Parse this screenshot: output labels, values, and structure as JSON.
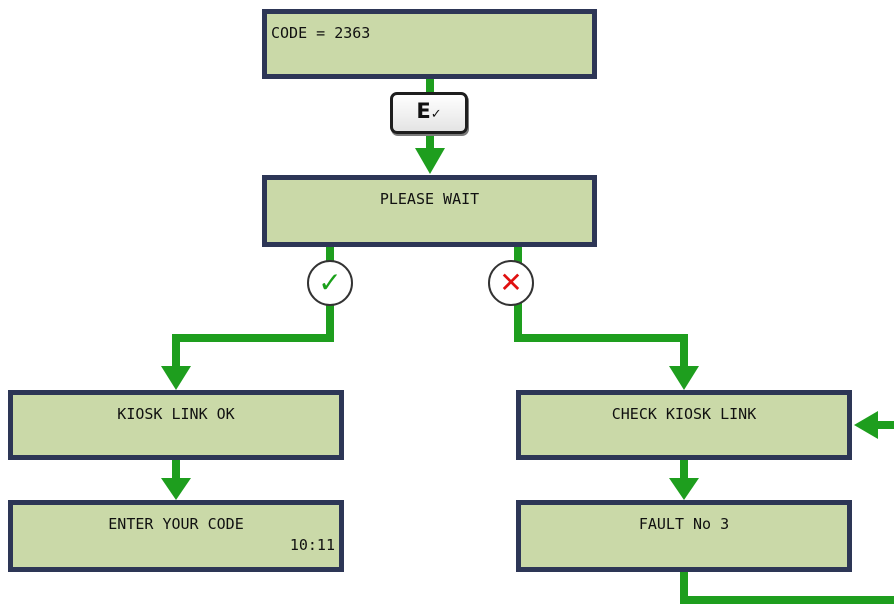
{
  "colors": {
    "arrow": "#1e9e1e",
    "lcd_bg": "#cad9a8",
    "lcd_border": "#2d3656",
    "ok": "#1aa01a",
    "fail": "#e01010"
  },
  "screens": {
    "code": {
      "line1": "CODE = 2363",
      "line2": ""
    },
    "wait": {
      "line1": "PLEASE WAIT",
      "line2": ""
    },
    "link_ok": {
      "line1": "KIOSK LINK OK",
      "line2": ""
    },
    "enter_code": {
      "line1": "ENTER YOUR CODE",
      "line2": "10:11"
    },
    "check_link": {
      "line1": "CHECK KIOSK LINK",
      "line2": ""
    },
    "fault": {
      "line1": "FAULT No 3",
      "line2": ""
    }
  },
  "enter_key": {
    "label": "E",
    "icon": "check-mark-icon",
    "glyph": "✓"
  },
  "success_badge": {
    "icon": "check-mark-icon",
    "glyph": "✓"
  },
  "failure_badge": {
    "icon": "cross-icon",
    "glyph": "✕"
  }
}
